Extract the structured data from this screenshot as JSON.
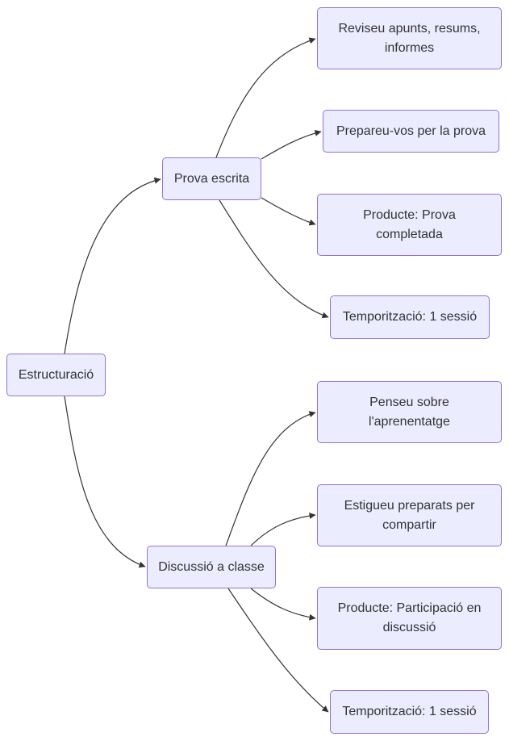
{
  "diagram": {
    "type": "flowchart",
    "direction": "left-to-right",
    "colors": {
      "background": "#FFFFFF",
      "node_fill": "#ECECFF",
      "node_border": "#9370DB",
      "node_text": "#333333",
      "edge_line": "#333333",
      "arrowhead": "#333333"
    },
    "nodes": {
      "root": {
        "label": "Estructuració"
      },
      "prova": {
        "label": "Prova escrita"
      },
      "discussio": {
        "label": "Discussió a classe"
      },
      "reviseu": {
        "label": "Reviseu apunts, resums,\ninformes"
      },
      "prepareu": {
        "label": "Prepareu-vos per la prova"
      },
      "producte1": {
        "label": "Producte: Prova\ncompletada"
      },
      "temp1": {
        "label": "Temporització: 1 sessió"
      },
      "penseu": {
        "label": "Penseu sobre\nl'aprenentatge"
      },
      "estigueu": {
        "label": "Estigueu preparats per\ncompartir"
      },
      "producte2": {
        "label": "Producte: Participació en\ndiscussió"
      },
      "temp2": {
        "label": "Temporització: 1 sessió"
      }
    },
    "edges": [
      {
        "from": "root",
        "to": "prova"
      },
      {
        "from": "root",
        "to": "discussio"
      },
      {
        "from": "prova",
        "to": "reviseu"
      },
      {
        "from": "prova",
        "to": "prepareu"
      },
      {
        "from": "prova",
        "to": "producte1"
      },
      {
        "from": "prova",
        "to": "temp1"
      },
      {
        "from": "discussio",
        "to": "penseu"
      },
      {
        "from": "discussio",
        "to": "estigueu"
      },
      {
        "from": "discussio",
        "to": "producte2"
      },
      {
        "from": "discussio",
        "to": "temp2"
      }
    ]
  }
}
